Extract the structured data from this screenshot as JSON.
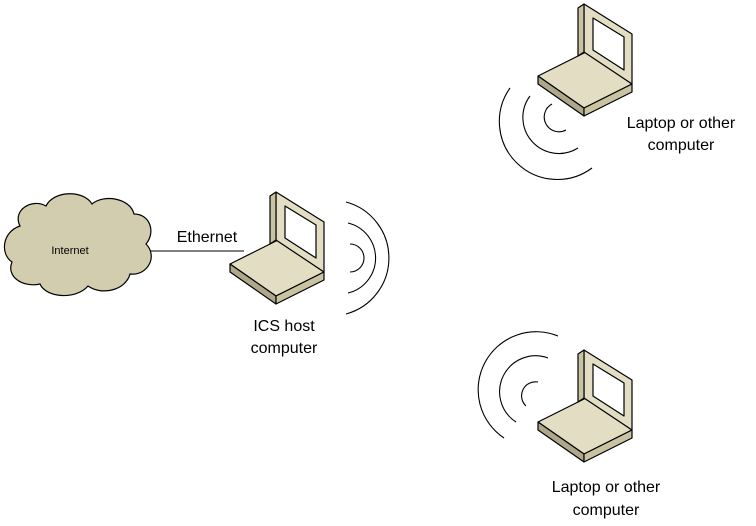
{
  "cloud": {
    "label": "Internet"
  },
  "link": {
    "label": "Ethernet"
  },
  "host": {
    "label_line1": "ICS host",
    "label_line2": "computer"
  },
  "clients": [
    {
      "label_line1": "Laptop or other",
      "label_line2": "computer"
    },
    {
      "label_line1": "Laptop or other",
      "label_line2": "computer"
    }
  ],
  "colors": {
    "laptop_front": "#c9c3a2",
    "laptop_top": "#e2ddc3",
    "laptop_side": "#aea78a",
    "screen": "#ffffff",
    "cloud_fill": "#d3cdb0"
  }
}
